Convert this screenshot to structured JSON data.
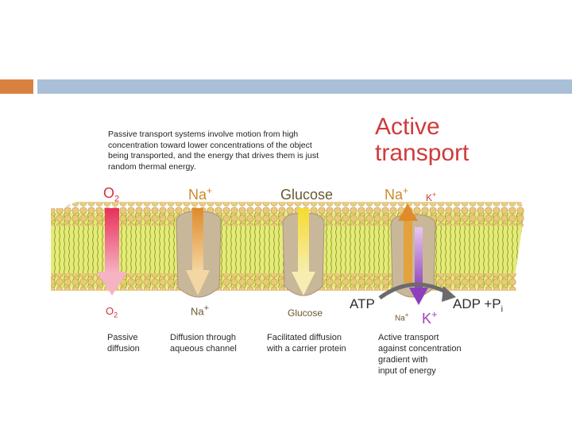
{
  "slide": {
    "accent_bar_color": "#d9813e",
    "main_bar_color": "#a9bfd6"
  },
  "diagram": {
    "intro_text": "Passive transport systems involve motion from high concentration toward lower concentrations of the object being transported, and the energy that drives them is just random thermal energy.",
    "title_line1": "Active",
    "title_line2": "transport",
    "top_labels": {
      "o2_base": "O",
      "o2_sub": "2",
      "na_base": "Na",
      "na_sup": "+",
      "glucose": "Glucose",
      "na2_base": "Na",
      "na2_sup": "+",
      "k_base": "K",
      "k_sup": "+"
    },
    "bottom_labels": {
      "o2_base": "O",
      "o2_sub": "2",
      "na_base": "Na",
      "na_sup": "+",
      "glucose": "Glucose",
      "atp": "ATP",
      "adp_pi": "ADP +P",
      "pi_sub": "i",
      "na3_base": "Na",
      "na3_sup": "+",
      "k2_base": "K",
      "k2_sup": "+"
    },
    "captions": {
      "passive_line1": "Passive",
      "passive_line2": "diffusion",
      "aqueous_line1": "Diffusion through",
      "aqueous_line2": "aqueous channel",
      "facilitated_line1": "Facilitated diffusion",
      "facilitated_line2": "with a carrier protein",
      "active_line1": "Active transport",
      "active_line2": "against concentration",
      "active_line3": "gradient with",
      "active_line4": "input of energy"
    },
    "colors": {
      "membrane_head": "#e9c97a",
      "membrane_tail": "#d8e24a",
      "protein": "#c9b79a",
      "o2_arrow": "#e8305a",
      "na_arrow": "#e3a23d",
      "glucose_arrow": "#f2d33a",
      "k_arrow": "#a35cc9",
      "title": "#cf3b3a"
    }
  }
}
